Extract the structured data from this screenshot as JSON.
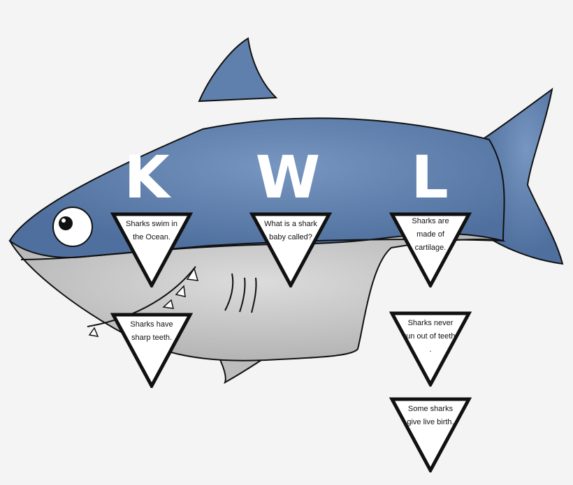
{
  "colors": {
    "body_blue": "#6383b0",
    "belly_gray": "#c9c9c9",
    "outline": "#111111",
    "letters": "#ffffff"
  },
  "letters": {
    "k": "K",
    "w": "W",
    "l": "L"
  },
  "cards": {
    "know_1": "Sharks swim in the Ocean.",
    "know_2": "Sharks  have sharp  teeth.",
    "want_1": "What is a shark baby called?",
    "learned_1": "Sharks are made of cartilage.",
    "learned_2": "Sharks never run out of teeth. .",
    "learned_3": "Some sharks give live birth."
  }
}
